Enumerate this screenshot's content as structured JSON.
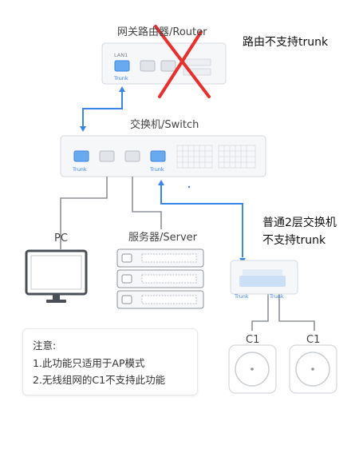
{
  "router": {
    "title": "网关路由器/Router",
    "lan_port": "LAN1",
    "trunk_port": "Trunk"
  },
  "switch": {
    "title": "交换机/Switch",
    "trunk_left": "Trunk",
    "trunk_right": "Trunk"
  },
  "pc": {
    "label": "PC"
  },
  "server": {
    "label": "服务器/Server"
  },
  "l2switch": {
    "trunk_left": "Trunk",
    "trunk_right": "Trunk"
  },
  "c1_left": {
    "label": "C1"
  },
  "c1_right": {
    "label": "C1"
  },
  "note": {
    "title": "注意:",
    "line1": "1.此功能只适用于AP模式",
    "line2": "2.无线组网的C1不支持此功能"
  },
  "annotations": {
    "router_note": "路由不支持trunk",
    "switch_note_line1": "普通2层交换机",
    "switch_note_line2": "不支持trunk"
  },
  "colors": {
    "link_blue": "#3a86e8",
    "cross_red": "#e8302c",
    "device_fill": "#f6f7f9",
    "device_stroke": "#d4d8de"
  }
}
